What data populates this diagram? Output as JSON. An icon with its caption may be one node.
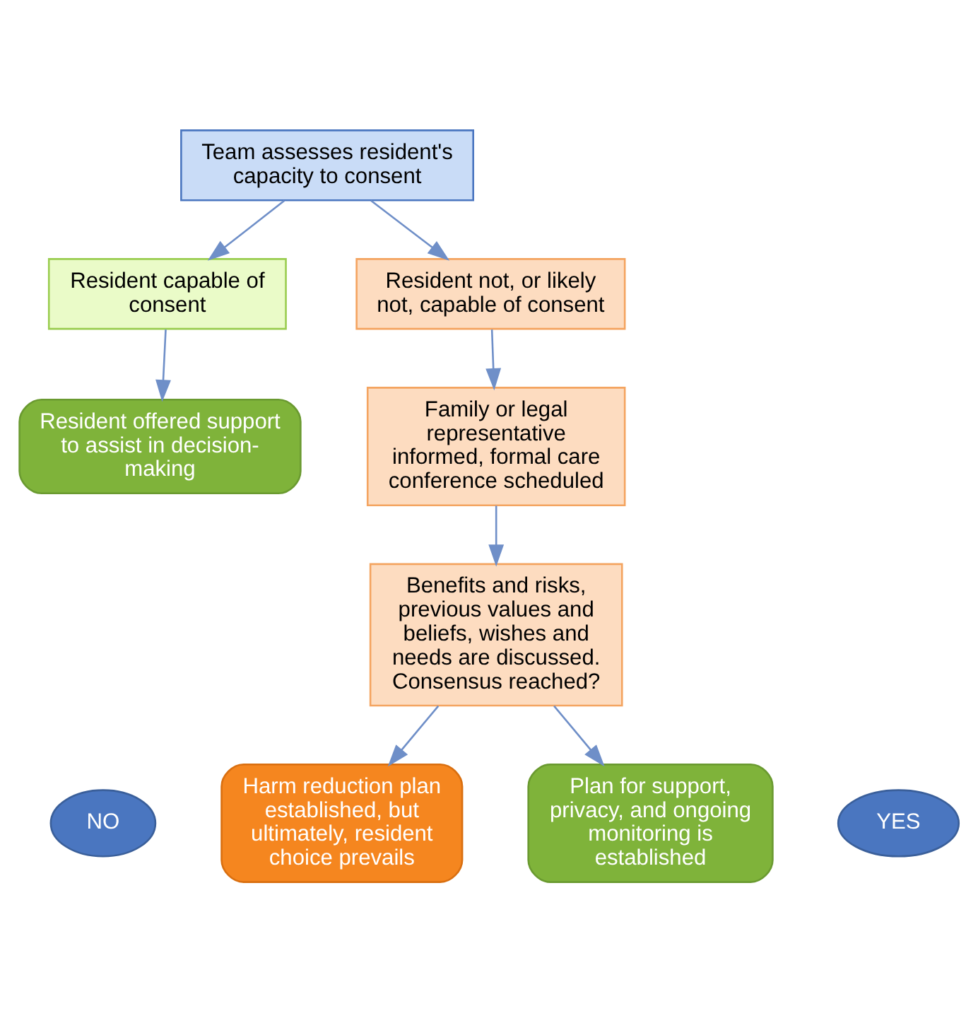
{
  "diagram": {
    "nodes": [
      {
        "text": [
          "Team assesses resident's capacity to consent"
        ]
      },
      {
        "text": [
          "Resident capable of consent"
        ]
      },
      {
        "text": [
          "Resident not, or likely not, capable of consent"
        ]
      },
      {
        "text": [
          "Resident offered support to assist in decision-making"
        ]
      },
      {
        "text": [
          "Family or legal representative informed, formal care conference scheduled"
        ]
      },
      {
        "text": [
          "Benefits and risks, previous values and beliefs, wishes and needs are discussed. Consensus reached?"
        ]
      },
      {
        "text": [
          "NO"
        ]
      },
      {
        "text": [
          "YES"
        ]
      },
      {
        "text": [
          "Harm reduction plan established, but ultimately, resident choice prevails"
        ]
      },
      {
        "text": [
          "Plan for support, privacy, and ongoing monitoring is established"
        ]
      }
    ],
    "edges": [
      {
        "from": 0,
        "to": 1,
        "arrow": "to"
      },
      {
        "from": 0,
        "to": 2,
        "arrow": "to"
      },
      {
        "from": 1,
        "to": 3,
        "arrow": "to"
      },
      {
        "from": 2,
        "to": 4,
        "arrow": "to"
      },
      {
        "from": 4,
        "to": 5,
        "arrow": "to"
      },
      {
        "from": 5,
        "to": 8,
        "arrow": "to"
      },
      {
        "from": 5,
        "to": 9,
        "arrow": "to"
      }
    ]
  }
}
